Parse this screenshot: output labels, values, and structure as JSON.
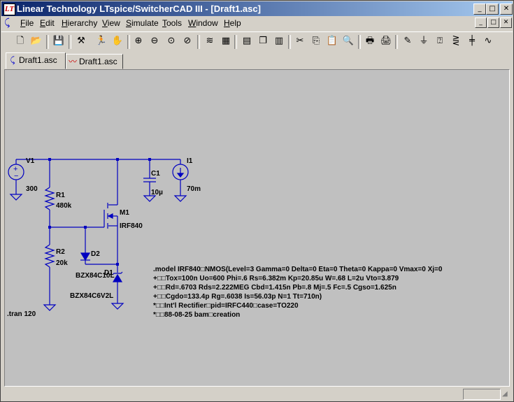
{
  "window": {
    "title": "Linear Technology LTspice/SwitcherCAD III - [Draft1.asc]",
    "app_icon_glyph": "LT",
    "controls": {
      "minimize": "_",
      "maximize": "□",
      "close": "✕"
    }
  },
  "menu": {
    "items": [
      {
        "label": "File",
        "accel": "F",
        "rest": "ile"
      },
      {
        "label": "Edit",
        "accel": "E",
        "rest": "dit"
      },
      {
        "label": "Hierarchy",
        "accel": "H",
        "rest": "ierarchy"
      },
      {
        "label": "View",
        "accel": "V",
        "rest": "iew"
      },
      {
        "label": "Simulate",
        "accel": "S",
        "rest": "imulate"
      },
      {
        "label": "Tools",
        "accel": "T",
        "rest": "ools"
      },
      {
        "label": "Window",
        "accel": "W",
        "rest": "indow"
      },
      {
        "label": "Help",
        "accel": "H",
        "rest": "elp"
      }
    ]
  },
  "toolbar": {
    "icons": [
      "new-schematic-icon",
      "open-folder-icon",
      "save-icon",
      "control-panel-icon",
      "run-icon",
      "pan-hand-icon",
      "zoom-in-icon",
      "zoom-out-icon",
      "zoom-fit-icon",
      "zoom-cancel-icon",
      "autoscale-icon",
      "grid-icon",
      "tile-horizontal-icon",
      "cascade-icon",
      "tile-vertical-icon",
      "cut-icon",
      "copy-icon",
      "paste-icon",
      "find-icon",
      "print-setup-icon",
      "print-icon",
      "draw-wire-icon",
      "ground-icon",
      "label-net-icon",
      "resistor-icon",
      "capacitor-icon",
      "inductor-icon"
    ],
    "glyphs": [
      "🗋",
      "📂",
      "💾",
      "⚒",
      "🏃",
      "✋",
      "⊕",
      "⊖",
      "⊙",
      "⊘",
      "≋",
      "▦",
      "▤",
      "❐",
      "▥",
      "✂",
      "⎘",
      "📋",
      "🔍",
      "🖶",
      "🖨",
      "✎",
      "⏚",
      "⍰",
      "⋛",
      "╪",
      "∿"
    ]
  },
  "tabs": [
    {
      "label": "Draft1.asc",
      "active": true,
      "icon": "schematic-tab-icon"
    },
    {
      "label": "Draft1.asc",
      "active": false,
      "icon": "waveform-tab-icon"
    }
  ],
  "schematic": {
    "colors": {
      "wire": "#0000c0",
      "text": "#000000",
      "component": "#0000c0"
    },
    "components": {
      "v1": {
        "name": "V1",
        "value": "300"
      },
      "r1": {
        "name": "R1",
        "value": "480k"
      },
      "r2": {
        "name": "R2",
        "value": "20k"
      },
      "c1": {
        "name": "C1",
        "value": "10µ"
      },
      "i1": {
        "name": "I1",
        "value": "70m"
      },
      "m1": {
        "name": "M1",
        "value": "IRF840"
      },
      "d2": {
        "name": "D2",
        "value": "BZX84C10L"
      },
      "d1": {
        "name": "D1",
        "value": "BZX84C6V2L"
      }
    },
    "directive": ".tran 120",
    "model_lines": [
      ".model IRF840□NMOS(Level=3 Gamma=0 Delta=0 Eta=0 Theta=0 Kappa=0 Vmax=0 Xj=0",
      "+□□Tox=100n Uo=600 Phi=.6 Rs=6.382m Kp=20.85u W=.68 L=2u Vto=3.879",
      "+□□Rd=.6703 Rds=2.222MEG Cbd=1.415n Pb=.8 Mj=.5 Fc=.5 Cgso=1.625n",
      "+□□Cgdo=133.4p Rg=.6038 Is=56.03p N=1 Tt=710n)",
      "*□□Int'l Rectifier□pid=IRFC440□case=TO220",
      "*□□88-08-25 bam□creation"
    ]
  }
}
